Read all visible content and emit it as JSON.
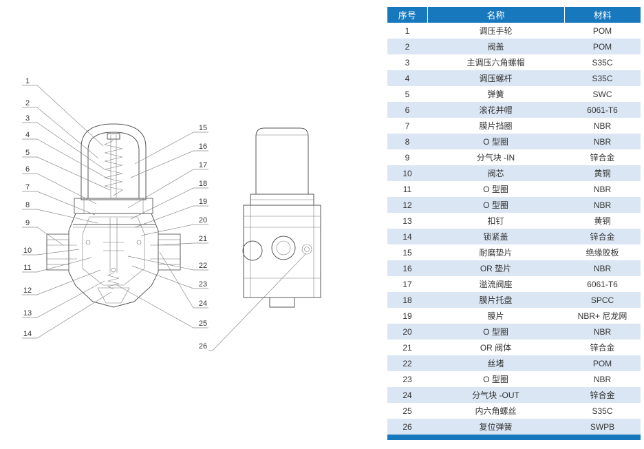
{
  "colors": {
    "header_bg": "#1878be",
    "header_text": "#ffffff",
    "row_alt_bg": "#dae6f3",
    "row_bg": "#ffffff",
    "text": "#333333"
  },
  "table": {
    "headers": [
      "序号",
      "名称",
      "材料"
    ],
    "rows": [
      [
        "1",
        "调压手轮",
        "POM"
      ],
      [
        "2",
        "阀盖",
        "POM"
      ],
      [
        "3",
        "主调压六角螺帽",
        "S35C"
      ],
      [
        "4",
        "调压螺杆",
        "S35C"
      ],
      [
        "5",
        "弹簧",
        "SWC"
      ],
      [
        "6",
        "滚花并帽",
        "6061-T6"
      ],
      [
        "7",
        "膜片挡圈",
        "NBR"
      ],
      [
        "8",
        "O 型圈",
        "NBR"
      ],
      [
        "9",
        "分气块 -IN",
        "锌合金"
      ],
      [
        "10",
        "阀芯",
        "黄铜"
      ],
      [
        "11",
        "O 型圈",
        "NBR"
      ],
      [
        "12",
        "O 型圈",
        "NBR"
      ],
      [
        "13",
        "扣钉",
        "黄铜"
      ],
      [
        "14",
        "锁紧盖",
        "锌合金"
      ],
      [
        "15",
        "耐磨垫片",
        "绝缘胶板"
      ],
      [
        "16",
        "OR 垫片",
        "NBR"
      ],
      [
        "17",
        "溢流阀座",
        "6061-T6"
      ],
      [
        "18",
        "膜片托盘",
        "SPCC"
      ],
      [
        "19",
        "膜片",
        "NBR+ 尼龙网"
      ],
      [
        "20",
        "O 型圈",
        "NBR"
      ],
      [
        "21",
        "OR 阀体",
        "锌合金"
      ],
      [
        "22",
        "丝堵",
        "POM"
      ],
      [
        "23",
        "O 型圈",
        "NBR"
      ],
      [
        "24",
        "分气块 -OUT",
        "锌合金"
      ],
      [
        "25",
        "内六角螺丝",
        "S35C"
      ],
      [
        "26",
        "复位弹簧",
        "SWPB"
      ]
    ]
  },
  "diagram": {
    "callouts_left": [
      "1",
      "2",
      "3",
      "4",
      "5",
      "6",
      "7",
      "8",
      "9",
      "10",
      "11",
      "12",
      "13",
      "14"
    ],
    "callouts_right": [
      "15",
      "16",
      "17",
      "18",
      "19",
      "20",
      "21",
      "22",
      "23",
      "24",
      "25",
      "26"
    ]
  }
}
